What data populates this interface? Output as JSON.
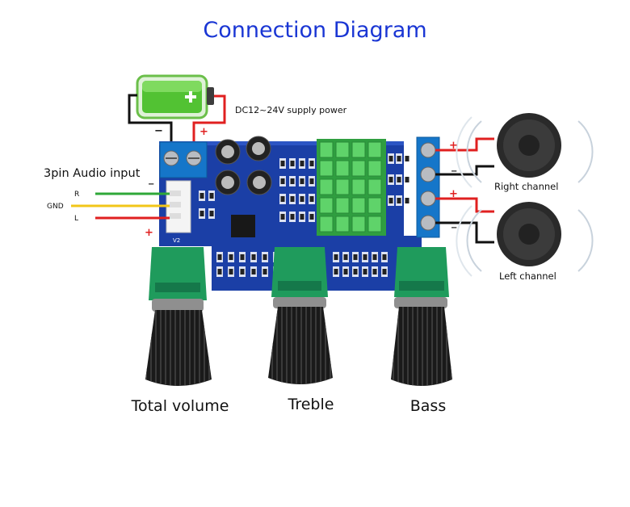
{
  "title": "Connection Diagram",
  "power": {
    "label": "DC12~24V supply power",
    "minus": "−",
    "plus": "+"
  },
  "audio_input": {
    "label": "3pin Audio input",
    "pins": [
      "R",
      "GND",
      "L"
    ],
    "plus": "+",
    "minus": "−"
  },
  "speakers": {
    "right_label": "Right channel",
    "left_label": "Left channel",
    "plus": "+",
    "minus": "−"
  },
  "board": {
    "marking": "V2"
  },
  "knobs": [
    "Total volume",
    "Treble",
    "Bass"
  ],
  "colors": {
    "title": "#1a36d4",
    "board": "#1b3fa6",
    "terminal": "#1576c9",
    "heatsink": "#39b54a",
    "wire_red": "#e02020",
    "wire_black": "#111111",
    "wire_green": "#2fa838",
    "wire_yellow": "#f2c618",
    "pot_green": "#1f9b5c"
  }
}
